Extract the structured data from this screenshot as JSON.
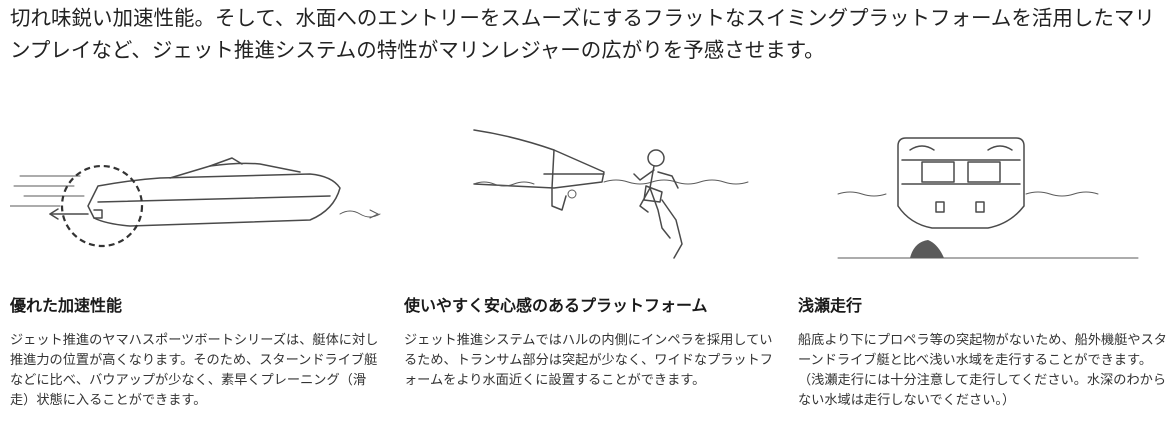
{
  "intro": {
    "text": "切れ味鋭い加速性能。そして、水面へのエントリーをスムーズにするフラットなスイミングプラットフォームを活用したマリンプレイなど、ジェット推進システムの特性がマリンレジャーの広がりを予感させます。"
  },
  "features": [
    {
      "title": "優れた加速性能",
      "body": "ジェット推進のヤマハスポーツボートシリーズは、艇体に対し推進力の位置が高くなります。そのため、スターンドライブ艇などに比べ、バウアップが少なく、素早くプレーニング（滑走）状態に入ることができます。",
      "icon": "boat-acceleration-illustration"
    },
    {
      "title": "使いやすく安心感のあるプラットフォーム",
      "body": "ジェット推進システムではハルの内側にインペラを採用しているため、トランサム部分は突起が少なく、ワイドなプラットフォームをより水面近くに設置することができます。",
      "icon": "swim-platform-illustration"
    },
    {
      "title": "浅瀬走行",
      "body": "船底より下にプロペラ等の突起物がないため、船外機艇やスターンドライブ艇と比べ浅い水域を走行することができます。（浅瀬走行には十分注意して走行してください。水深のわからない水域は走行しないでください。）",
      "icon": "shallow-water-illustration"
    }
  ]
}
